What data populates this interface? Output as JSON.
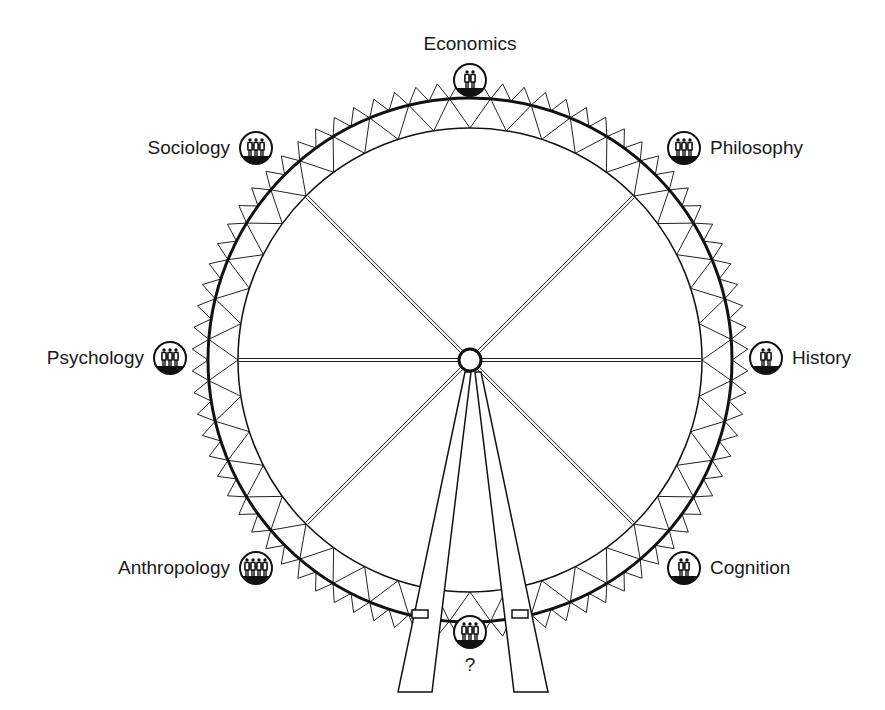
{
  "diagram": {
    "nodes": [
      {
        "text": [
          "Economics"
        ]
      },
      {
        "text": [
          "Sociology"
        ]
      },
      {
        "text": [
          "Philosophy"
        ]
      },
      {
        "text": [
          "Psychology"
        ]
      },
      {
        "text": [
          "History"
        ]
      },
      {
        "text": [
          "Anthropology"
        ]
      },
      {
        "text": [
          "Cognition"
        ]
      },
      {
        "text": [
          "?"
        ]
      }
    ]
  }
}
